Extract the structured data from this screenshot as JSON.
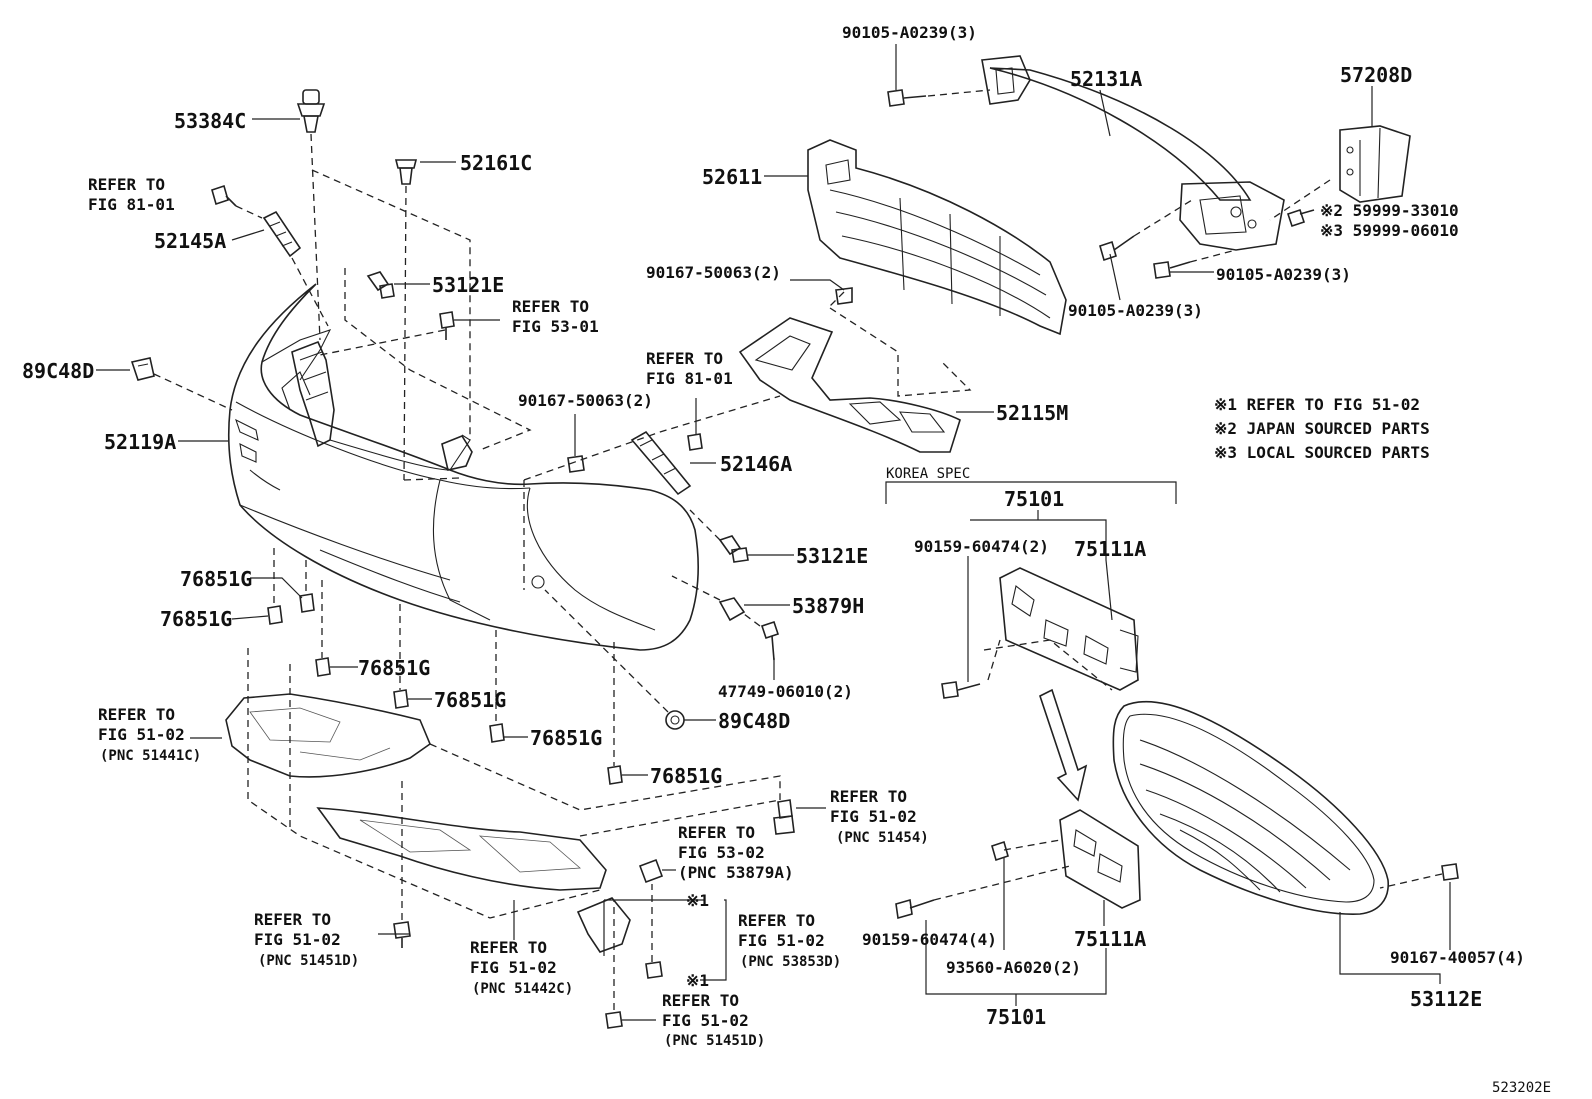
{
  "diagram_id": "523202E",
  "labels": {
    "p53384C": "53384C",
    "p52161C": "52161C",
    "p52145A": "52145A",
    "p53121E_top": "53121E",
    "p89C48D_left": "89C48D",
    "p52119A": "52119A",
    "p76851G_a": "76851G",
    "p76851G_b": "76851G",
    "p76851G_c": "76851G",
    "p76851G_d": "76851G",
    "p76851G_e": "76851G",
    "p76851G_f": "76851G",
    "p52146A": "52146A",
    "p53121E_mid": "53121E",
    "p53879H": "53879H",
    "p47749": "47749-06010(2)",
    "p89C48D_right": "89C48D",
    "p90167_50063_top": "90167-50063(2)",
    "p90167_50063_mid": "90167-50063(2)",
    "p52611": "52611",
    "p52131A": "52131A",
    "p90105_top": "90105-A0239(3)",
    "p90105_mid": "90105-A0239(3)",
    "p90105_right": "90105-A0239(3)",
    "p57208D": "57208D",
    "p59999_33010": "※2 59999-33010",
    "p59999_06010": "※3 59999-06010",
    "p52115M": "52115M",
    "p75101_top": "75101",
    "p90159_60474_2": "90159-60474(2)",
    "p75111A_top": "75111A",
    "p90159_60474_4": "90159-60474(4)",
    "p93560": "93560-A6020(2)",
    "p75111A_bot": "75111A",
    "p75101_bot": "75101",
    "p90167_40057": "90167-40057(4)",
    "p53112E": "53112E",
    "korea_spec": "KOREA SPEC",
    "mark1a": "※1",
    "mark1b": "※1"
  },
  "notes": [
    "※1 REFER TO FIG 51-02",
    "※2 JAPAN SOURCED PARTS",
    "※3 LOCAL SOURCED PARTS"
  ],
  "refs": {
    "r81_01_top": [
      "REFER TO",
      "FIG 81-01"
    ],
    "r53_01": [
      "REFER TO",
      "FIG 53-01"
    ],
    "r81_01_mid": [
      "REFER TO",
      "FIG 81-01"
    ],
    "r51441C": [
      "REFER TO",
      "FIG 51-02",
      "(PNC 51441C)"
    ],
    "r51454": [
      "REFER TO",
      "FIG 51-02",
      "(PNC 51454)"
    ],
    "r53879A": [
      "REFER TO",
      "FIG 53-02",
      "(PNC 53879A)"
    ],
    "r53853D": [
      "REFER TO",
      "FIG 51-02",
      "(PNC 53853D)"
    ],
    "r51451D_left": [
      "REFER TO",
      "FIG 51-02",
      "(PNC 51451D)"
    ],
    "r51442C": [
      "REFER TO",
      "FIG 51-02",
      "(PNC 51442C)"
    ],
    "r51451D_bot": [
      "REFER TO",
      "FIG 51-02",
      "(PNC 51451D)"
    ]
  }
}
